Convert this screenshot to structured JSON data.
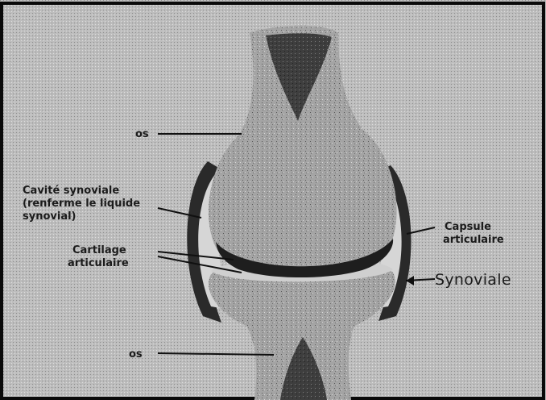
{
  "diagram": {
    "labels": {
      "os_top": "os",
      "os_bottom": "os",
      "cavite_line1": "Cavité synoviale",
      "cavite_line2": "(renferme le liquide",
      "cavite_line3": "synovial)",
      "cartilage_line1": "Cartilage",
      "cartilage_line2": "articulaire",
      "capsule_line1": "Capsule",
      "capsule_line2": "articulaire",
      "synoviale": "Synoviale"
    },
    "colors": {
      "background": "#c4c4c4",
      "bone": "#9a9a9a",
      "bone_dark": "#4a4a4a",
      "cartilage": "#d2d2d2",
      "capsule": "#2a2a2a",
      "frame": "#0a0a0a"
    }
  }
}
